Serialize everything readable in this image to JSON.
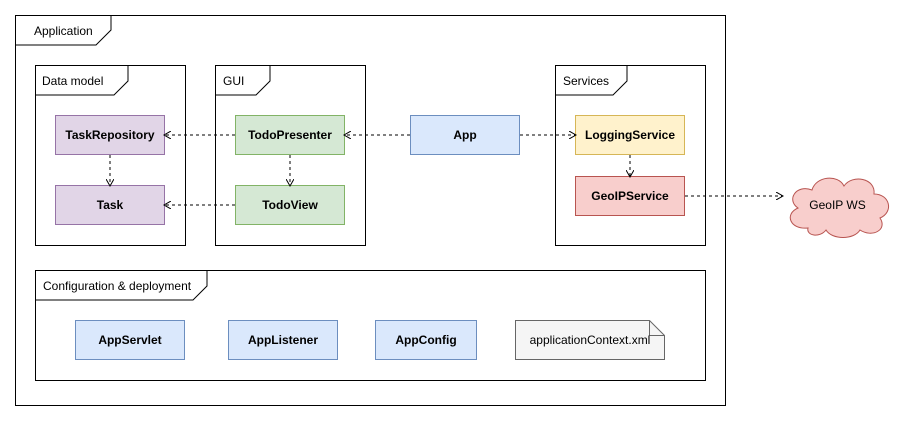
{
  "colors": {
    "purple_fill": "#e1d5e7",
    "purple_stroke": "#9673a6",
    "green_fill": "#d5e8d4",
    "green_stroke": "#82b366",
    "blue_fill": "#dae8fc",
    "blue_stroke": "#6c8ebf",
    "yellow_fill": "#fff2cc",
    "yellow_stroke": "#d6b656",
    "red_fill": "#f8cecc",
    "red_stroke": "#b85450",
    "gray_fill": "#f5f5f5",
    "gray_stroke": "#666666"
  },
  "groups": {
    "application": "Application",
    "data_model": "Data model",
    "gui": "GUI",
    "services": "Services",
    "configuration": "Configuration & deployment"
  },
  "nodes": {
    "task_repository": "TaskRepository",
    "task": "Task",
    "todo_presenter": "TodoPresenter",
    "todo_view": "TodoView",
    "app": "App",
    "logging_service": "LoggingService",
    "geoip_service": "GeoIPService",
    "geoip_ws": "GeoIP WS",
    "app_servlet": "AppServlet",
    "app_listener": "AppListener",
    "app_config": "AppConfig",
    "application_context": "applicationContext.xml"
  },
  "edges": [
    {
      "from": "todo_presenter",
      "to": "task_repository",
      "style": "dashed"
    },
    {
      "from": "task_repository",
      "to": "task",
      "style": "dashed"
    },
    {
      "from": "todo_presenter",
      "to": "todo_view",
      "style": "dashed"
    },
    {
      "from": "todo_view",
      "to": "task",
      "style": "dashed"
    },
    {
      "from": "app",
      "to": "todo_presenter",
      "style": "dashed"
    },
    {
      "from": "app",
      "to": "logging_service",
      "style": "dashed"
    },
    {
      "from": "logging_service",
      "to": "geoip_service",
      "style": "dashed"
    },
    {
      "from": "geoip_service",
      "to": "geoip_ws",
      "style": "dashed"
    }
  ]
}
